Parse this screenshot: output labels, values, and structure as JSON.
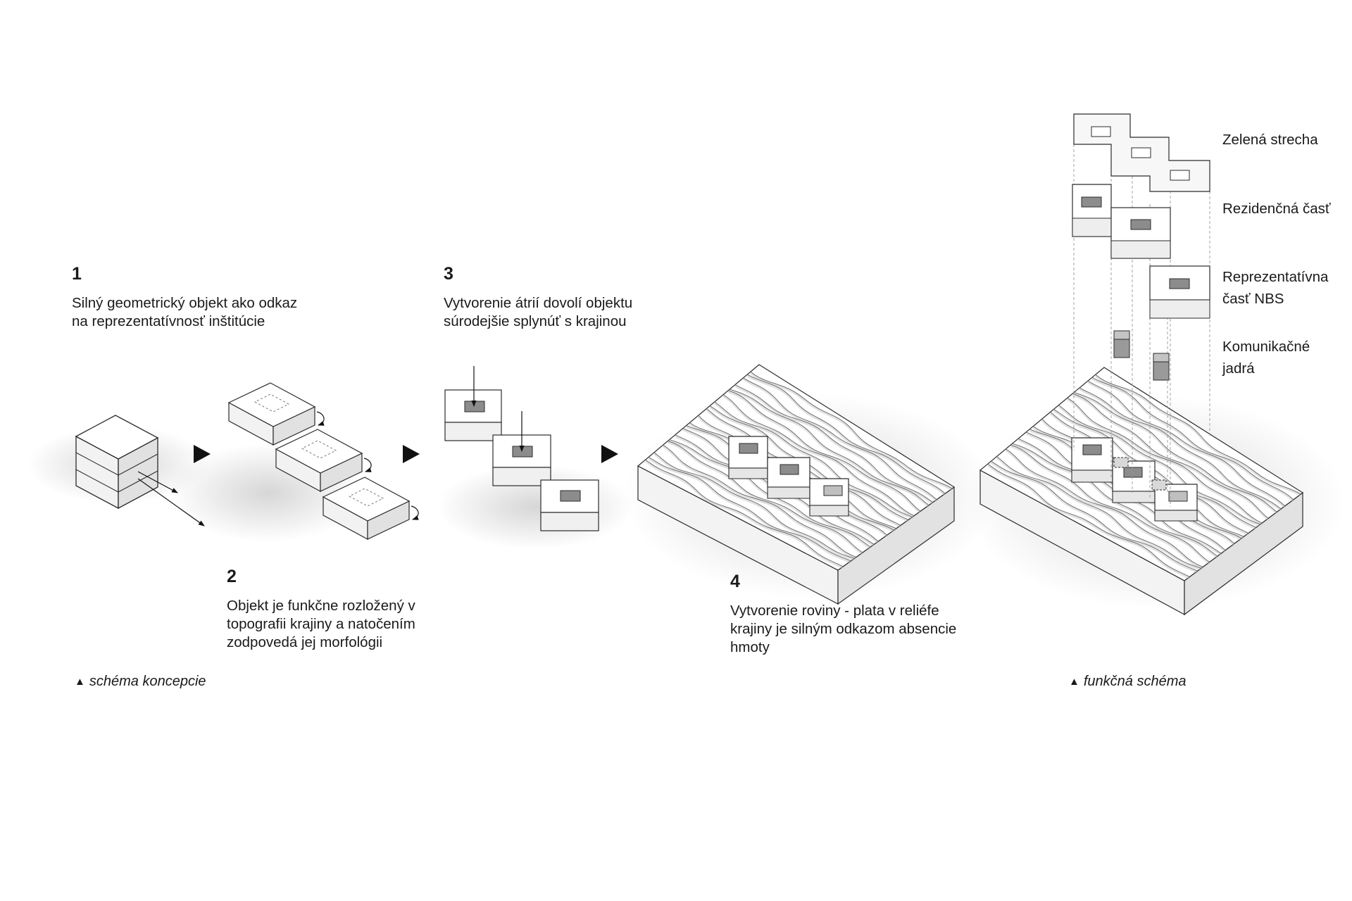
{
  "steps": [
    {
      "number": "1",
      "text": "Silný geometrický objekt ako odkaz na reprezentatívnosť inštitúcie"
    },
    {
      "number": "2",
      "text": "Objekt je funkčne rozložený v topografii krajiny a natočením zodpovedá jej morfológii"
    },
    {
      "number": "3",
      "text": "Vytvorenie átrií dovolí objektu súrodejšie splynúť s krajinou"
    },
    {
      "number": "4",
      "text": "Vytvorenie roviny - plata v reliéfe krajiny je silným odkazom absencie hmoty"
    }
  ],
  "captions": {
    "concept": "schéma koncepcie",
    "functional": "funkčná schéma",
    "marker_glyph": "▲"
  },
  "legend": [
    {
      "label": "Zelená strecha"
    },
    {
      "label": "Rezidenčná časť"
    },
    {
      "label": "Reprezentatívna časť NBS"
    },
    {
      "label": "Komunikačné jadrá"
    }
  ],
  "colors": {
    "line": "#2b2b2b",
    "face_top": "#ffffff",
    "face_light": "#f1f1f1",
    "face_dark": "#e0e0e0",
    "atrium": "#8c8c8c",
    "contour": "#6a6a6a",
    "arrow": "#111111"
  }
}
